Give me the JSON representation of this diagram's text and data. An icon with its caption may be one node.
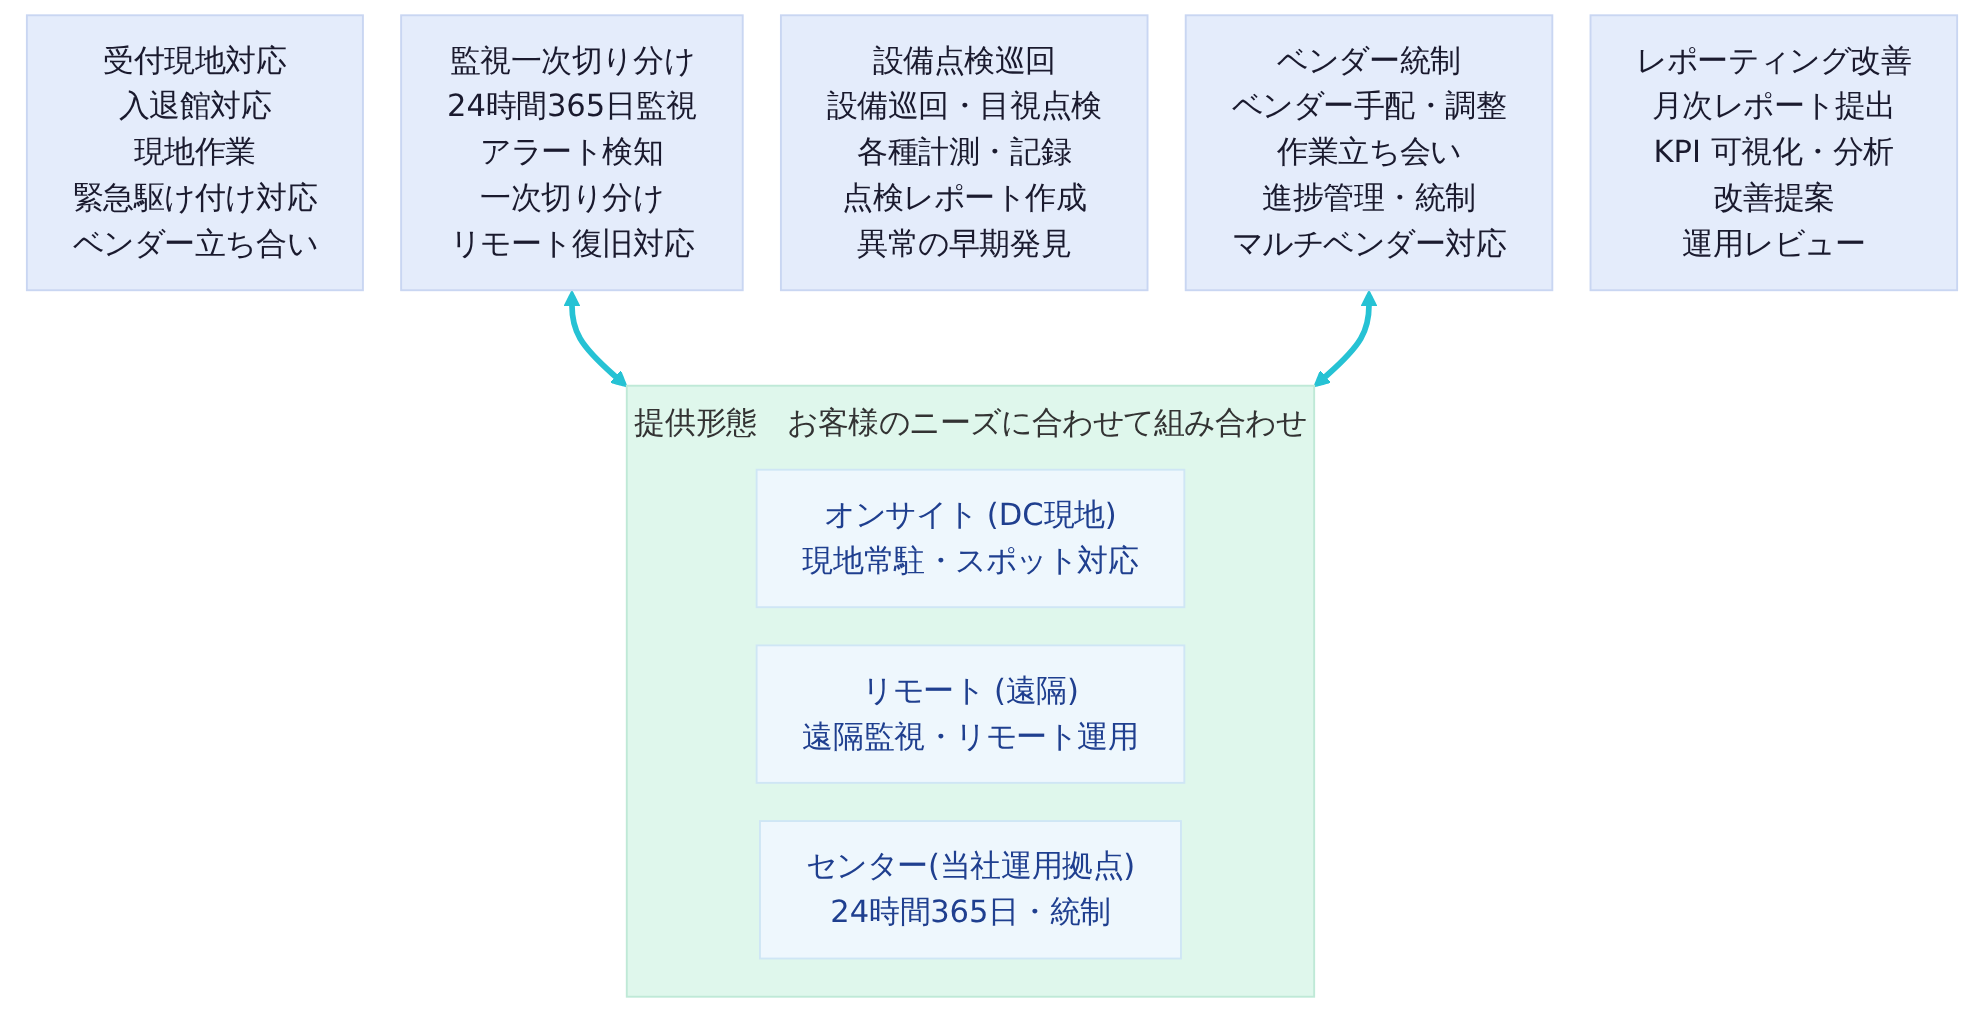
{
  "diagram": {
    "nodes": [
      {
        "text": [
          "受付現地対応",
          "入退館対応",
          "現地作業",
          "緊急駆け付け対応",
          "ベンダー立ち合い"
        ]
      },
      {
        "text": [
          "監視一次切り分け",
          "24時間365日監視",
          "アラート検知",
          "一次切り分け",
          "リモート復旧対応"
        ]
      },
      {
        "text": [
          "設備点検巡回",
          "設備巡回・目視点検",
          "各種計測・記録",
          "点検レポート作成",
          "異常の早期発見"
        ]
      },
      {
        "text": [
          "ベンダー統制",
          "ベンダー手配・調整",
          "作業立ち会い",
          "進捗管理・統制",
          "マルチベンダー対応"
        ]
      },
      {
        "text": [
          "レポーティング改善",
          "月次レポート提出",
          "KPI 可視化・分析",
          "改善提案",
          "運用レビュー"
        ]
      },
      {
        "text": [
          "提供形態",
          "お客様のニーズに合わせて組み合わせ"
        ]
      },
      {
        "text": [
          "オンサイト (DC現地)",
          "現地常駐・スポット対応"
        ],
        "in": 5
      },
      {
        "text": [
          "リモート (遠隔)",
          "遠隔監視・リモート運用"
        ],
        "in": 5
      },
      {
        "text": [
          "センター(当社運用拠点)",
          "24時間365日・統制"
        ],
        "in": 5
      }
    ],
    "edges": [
      {
        "from": 1,
        "to": 5,
        "arrow": "both"
      },
      {
        "from": 3,
        "to": 5,
        "arrow": "both"
      }
    ]
  }
}
